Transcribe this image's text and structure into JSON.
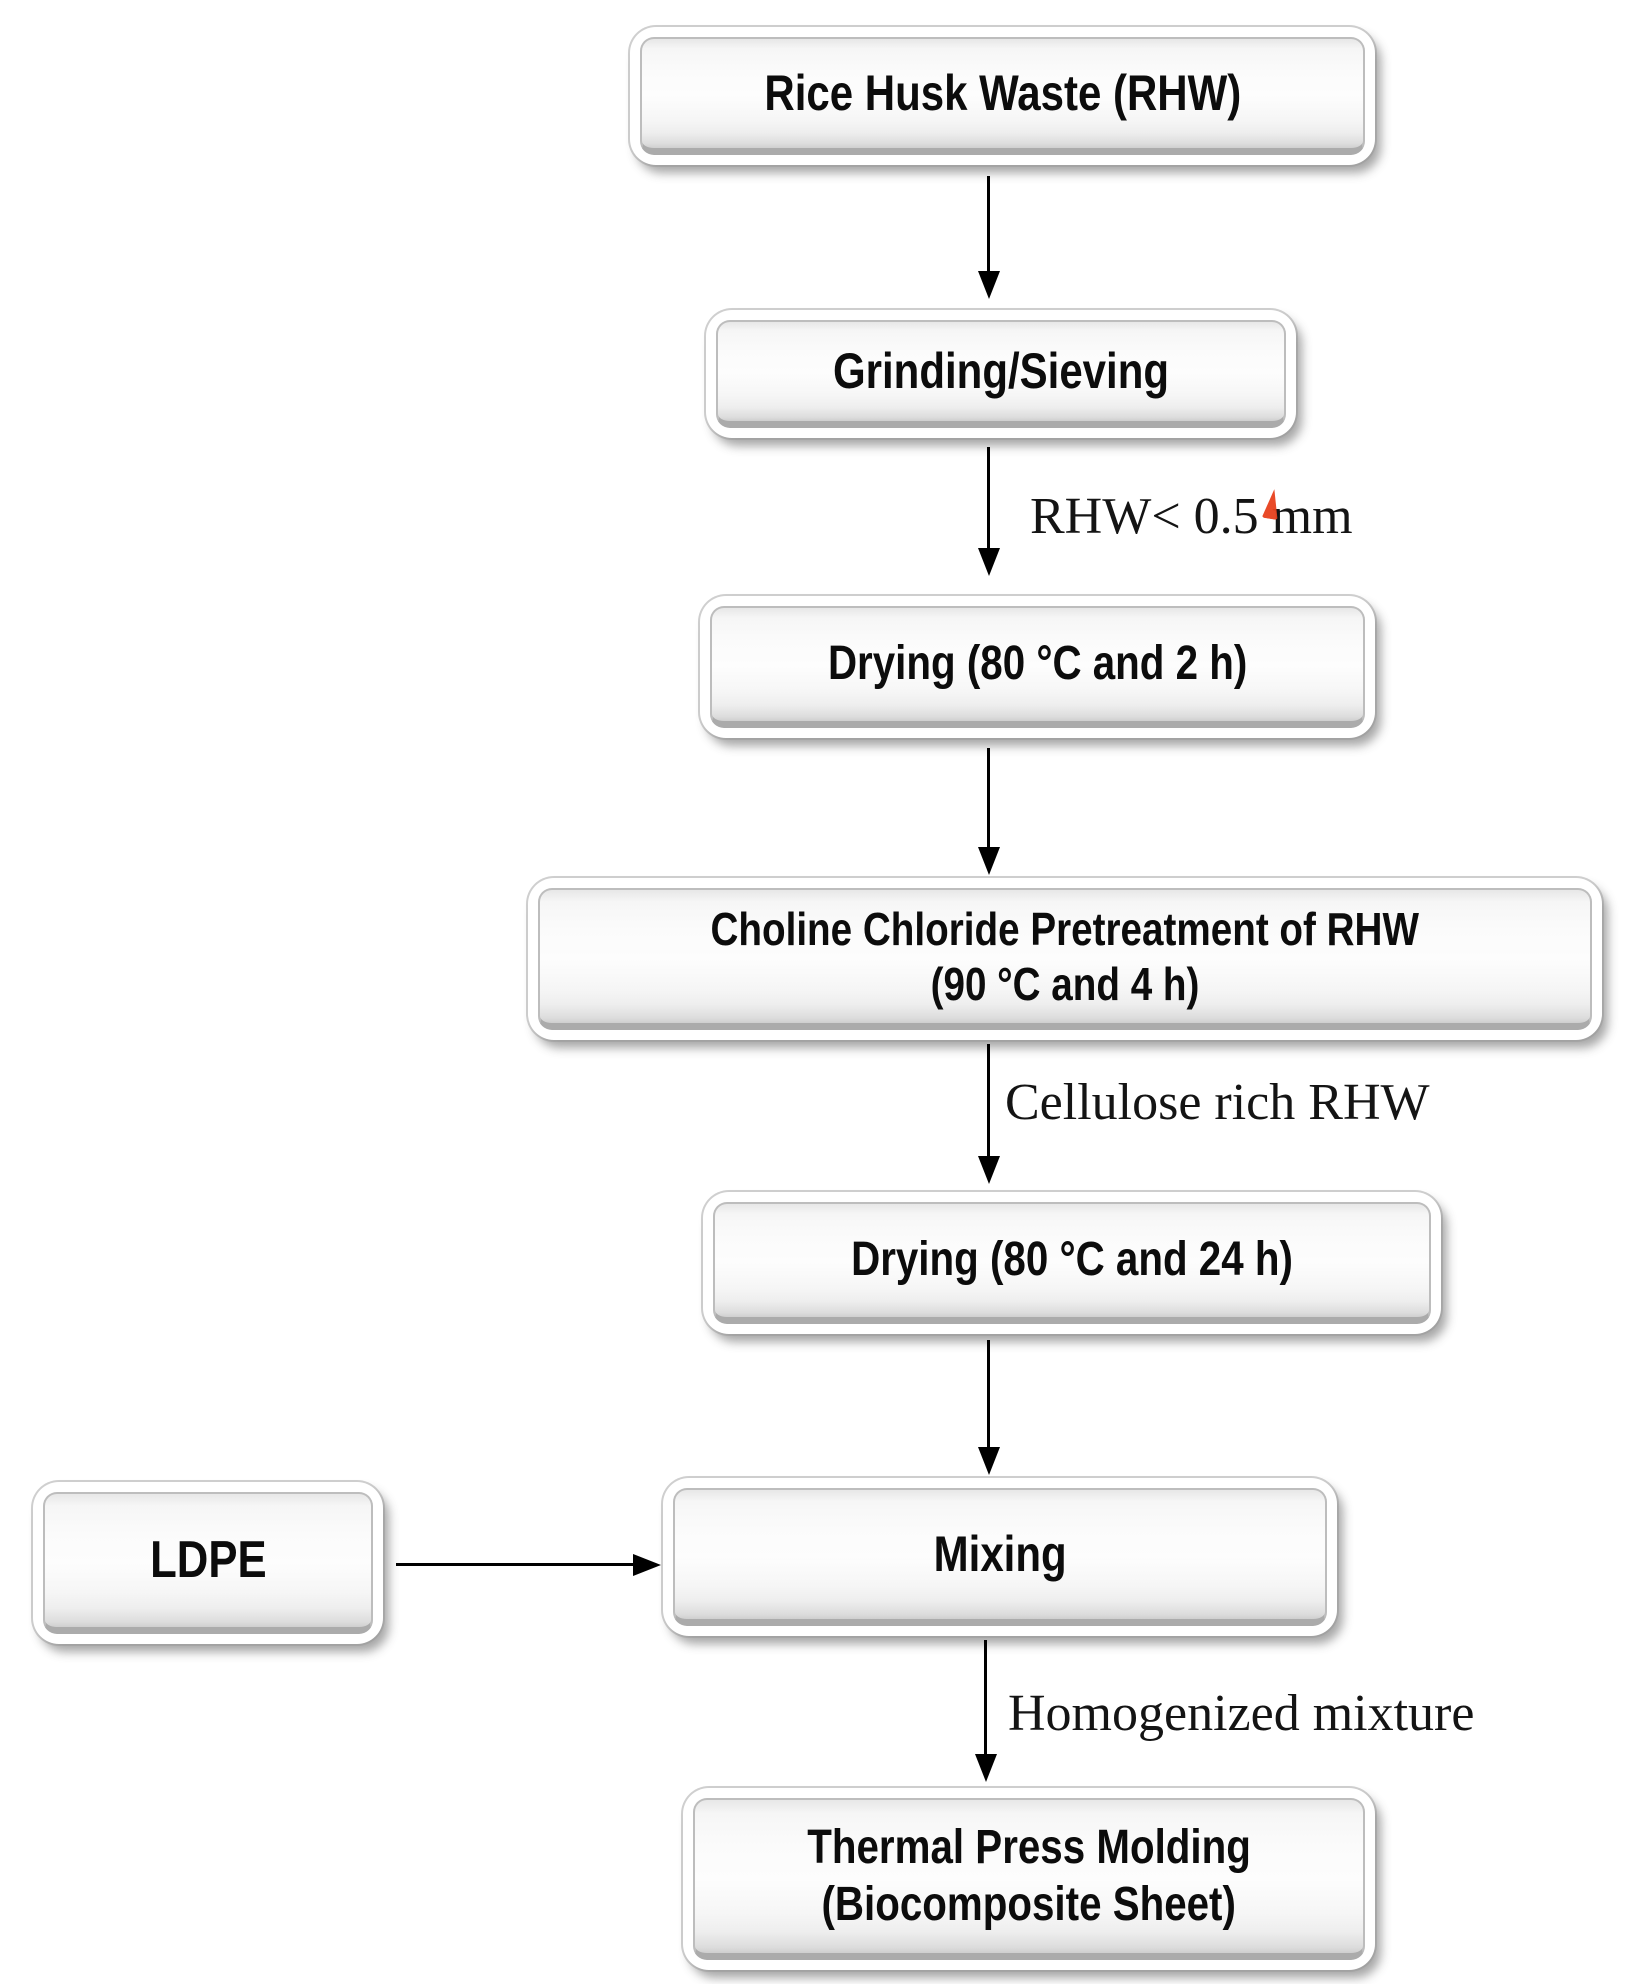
{
  "nodes": {
    "rice_husk_waste": "Rice Husk Waste (RHW)",
    "grinding_sieving": "Grinding/Sieving",
    "drying_2h": "Drying (80 °C and 2 h)",
    "choline_line1": "Choline Chloride Pretreatment of RHW",
    "choline_line2": "(90 °C and 4 h)",
    "drying_24h": "Drying (80 °C and 24 h)",
    "ldpe": "LDPE",
    "mixing": "Mixing",
    "thermal_line1": "Thermal Press Molding",
    "thermal_line2": "(Biocomposite Sheet)"
  },
  "edge_labels": {
    "after_grinding": "RHW< 0.5 mm",
    "after_choline": "Cellulose rich RHW",
    "after_mixing": "Homogenized mixture"
  },
  "colors": {
    "background": "#ffffff",
    "box_fill": "#fbfbfb",
    "box_border": "#bdbdbd",
    "box_bottom_edge": "#ababab",
    "text": "#0c0c0c",
    "arrow": "#000000",
    "red_annotation_mark": "#e8411d"
  }
}
